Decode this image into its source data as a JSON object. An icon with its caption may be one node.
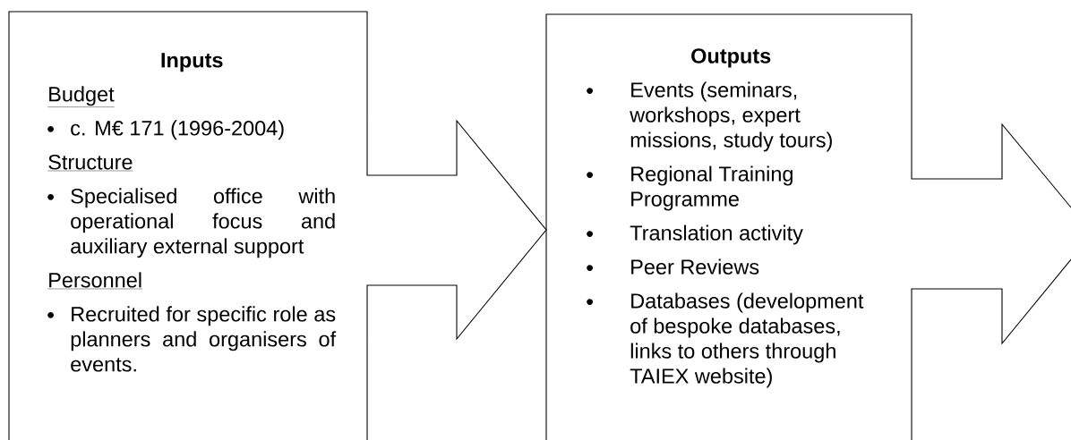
{
  "diagram": {
    "nodes": [
      {
        "text": [
          "Inputs",
          "Budget",
          "c. M€ 171 (1996-2004)",
          "Structure",
          "Specialised office with operational focus and auxiliary external support",
          "Personnel",
          "Recruited for specific role as planners and organisers of events."
        ]
      },
      {
        "text": [
          "Outputs",
          "Events (seminars, workshops, expert missions, study tours)",
          "Regional Training Programme",
          "Translation activity",
          "Peer Reviews",
          "Databases (development of bespoke databases, links to others through TAIEX website)"
        ]
      }
    ]
  }
}
